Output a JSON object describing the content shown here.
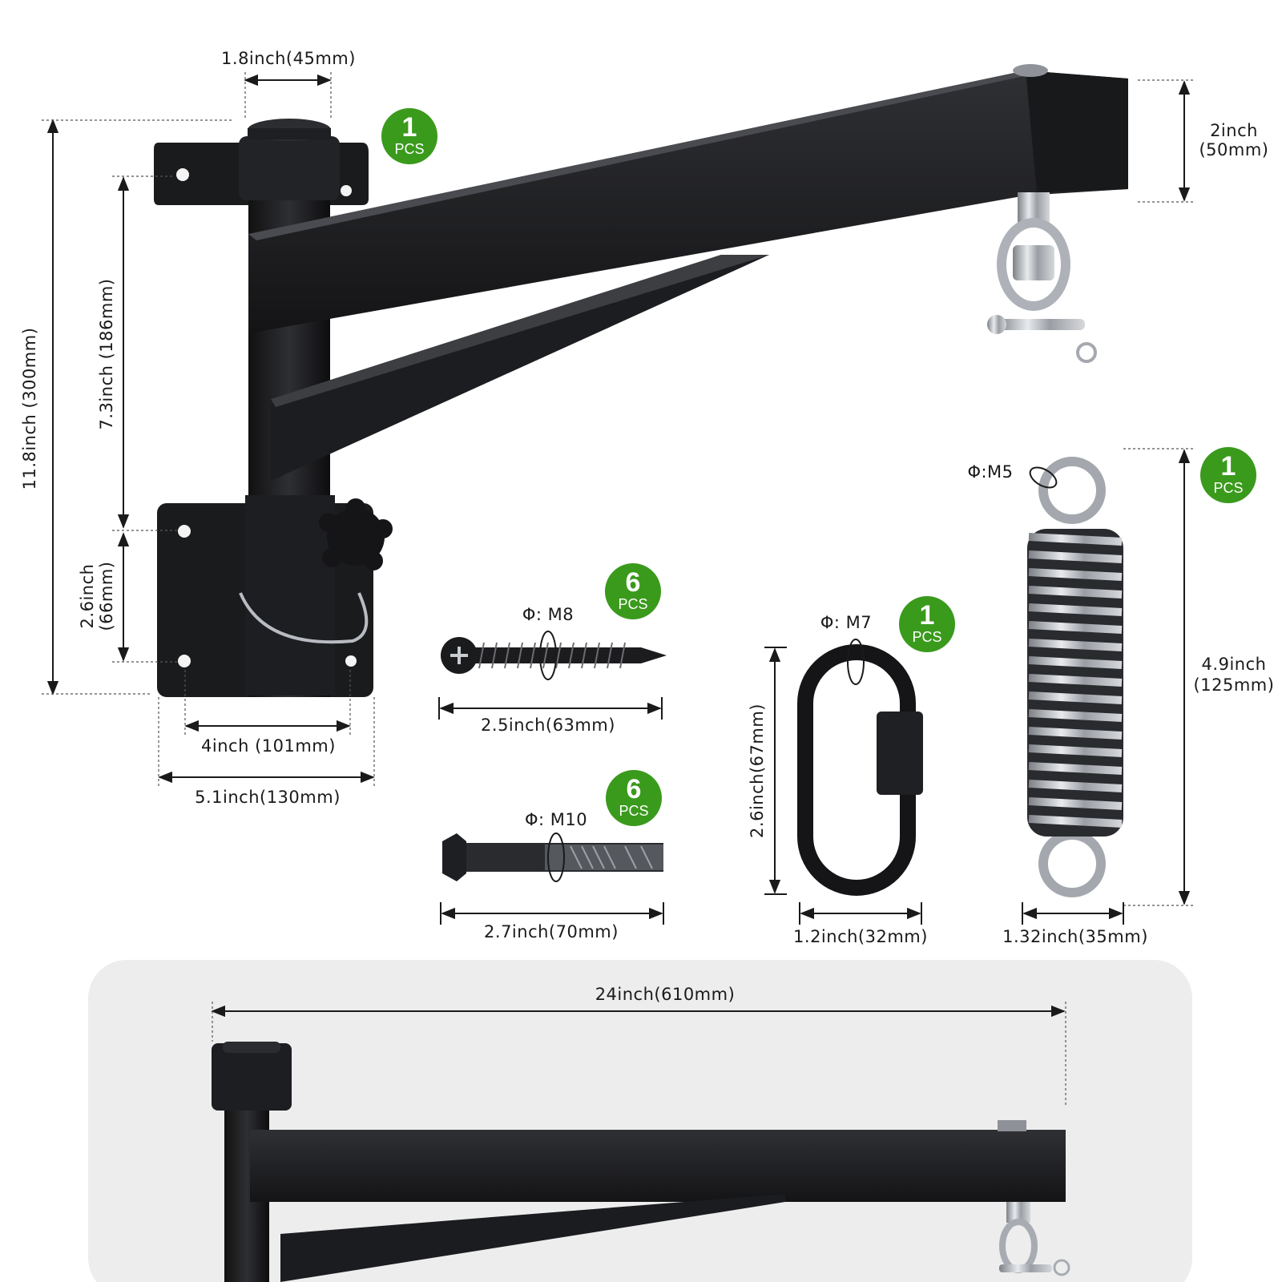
{
  "colors": {
    "badge_green": "#3a9a1c",
    "steel_black": "#1c1c1e",
    "chrome": "#b8bcc2",
    "panel_gray": "#ededed"
  },
  "badges": {
    "bracket": {
      "count": "1",
      "unit": "PCS"
    },
    "screw": {
      "count": "6",
      "unit": "PCS"
    },
    "anchor": {
      "count": "6",
      "unit": "PCS"
    },
    "quicklink": {
      "count": "1",
      "unit": "PCS"
    },
    "spring": {
      "count": "1",
      "unit": "PCS"
    }
  },
  "dimensions": {
    "pole_diameter": "1.8inch(45mm)",
    "total_height": "11.8inch (300mm)",
    "middle_height": "7.3inch (186mm)",
    "plate_hole_line1": "2.6inch",
    "plate_hole_line2": "(66mm)",
    "plate_hole_width": "4inch (101mm)",
    "plate_width": "5.1inch(130mm)",
    "arm_height_line1": "2inch",
    "arm_height_line2": "(50mm)",
    "screw_size": "Φ: M8",
    "screw_length": "2.5inch(63mm)",
    "anchor_size": "Φ: M10",
    "anchor_length": "2.7inch(70mm)",
    "link_size": "Φ: M7",
    "link_height": "2.6inch(67mm)",
    "link_width": "1.2inch(32mm)",
    "spring_size": "Φ:M5",
    "spring_height_line1": "4.9inch",
    "spring_height_line2": "(125mm)",
    "spring_width": "1.32inch(35mm)",
    "arm_length": "24inch(610mm)"
  }
}
